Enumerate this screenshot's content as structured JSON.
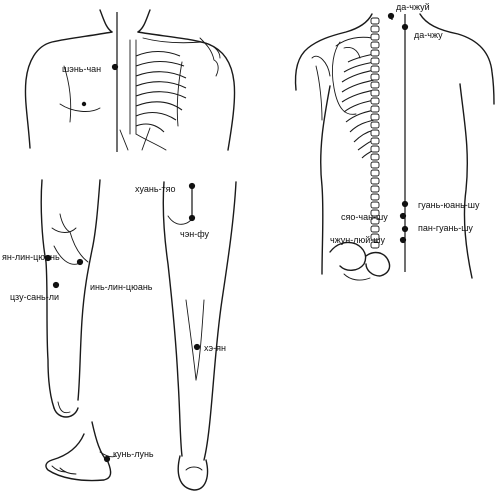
{
  "points": [
    {
      "label": "шэнь-чан"
    },
    {
      "label": "да-чжуй"
    },
    {
      "label": "да-чжу"
    },
    {
      "label": "хуань-тяо"
    },
    {
      "label": "чэн-фу"
    },
    {
      "label": "сяо-чан-шу"
    },
    {
      "label": "гуань-юань-шу"
    },
    {
      "label": "пан-гуань-шу"
    },
    {
      "label": "чжун-люй-шу"
    },
    {
      "label": "ян-лин-цюань"
    },
    {
      "label": "инь-лин-цюань"
    },
    {
      "label": "цзу-сань-ли"
    },
    {
      "label": "хэ-ян"
    },
    {
      "label": "кунь-лунь"
    }
  ],
  "colors": {
    "line": "#1a1a1a",
    "point": "#111111",
    "background": "#ffffff"
  }
}
